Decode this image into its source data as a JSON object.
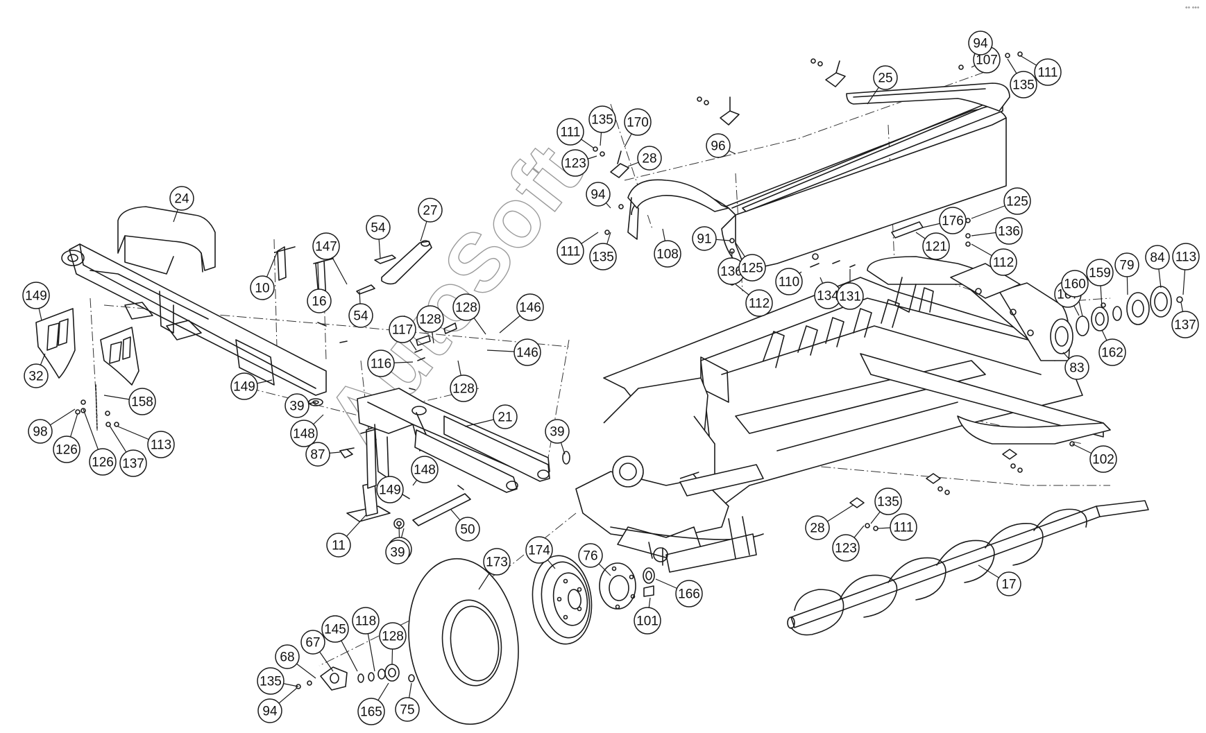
{
  "watermark": "AutoSoft",
  "corner_mark": "°° °°°",
  "callouts": [
    "24",
    "149",
    "32",
    "98",
    "126",
    "126",
    "158",
    "137",
    "113",
    "147",
    "54",
    "54",
    "27",
    "10",
    "16",
    "149",
    "39",
    "148",
    "87",
    "11",
    "149",
    "39",
    "148",
    "50",
    "39",
    "117",
    "128",
    "128",
    "146",
    "146",
    "116",
    "128",
    "21",
    "39",
    "173",
    "174",
    "76",
    "166",
    "101",
    "68",
    "67",
    "145",
    "118",
    "128",
    "135",
    "94",
    "165",
    "75",
    "111",
    "135",
    "170",
    "123",
    "28",
    "94",
    "111",
    "135",
    "108",
    "96",
    "91",
    "136",
    "125",
    "112",
    "110",
    "134",
    "131",
    "25",
    "107",
    "94",
    "135",
    "111",
    "176",
    "121",
    "125",
    "136",
    "112",
    "167",
    "160",
    "159",
    "79",
    "84",
    "113",
    "83",
    "162",
    "137",
    "102",
    "28",
    "135",
    "111",
    "123",
    "17"
  ]
}
